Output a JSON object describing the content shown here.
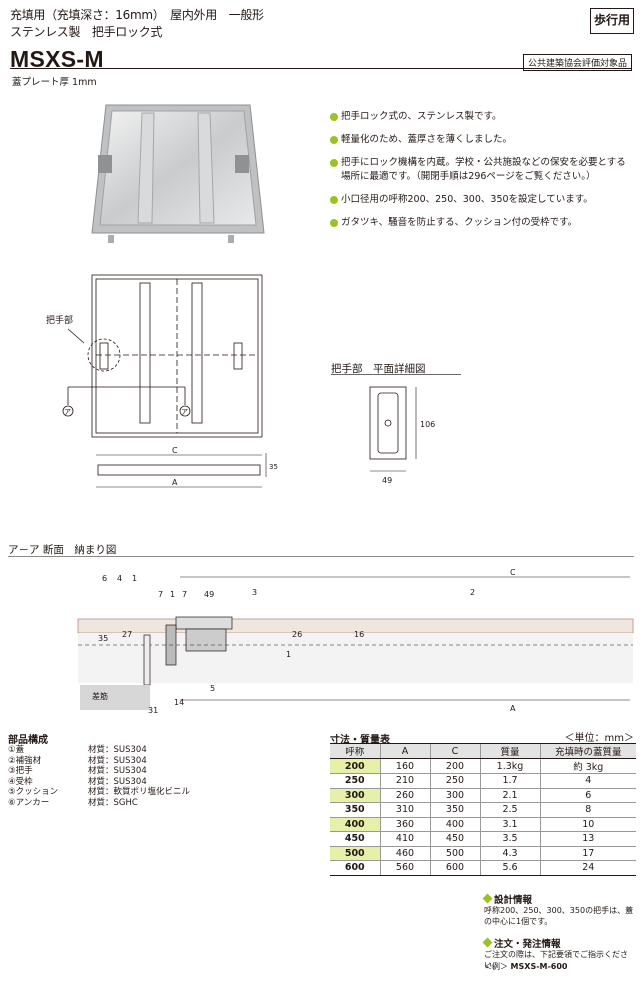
{
  "header": {
    "line1": "充填用（充填深さ：16mm）　屋内外用　一般形",
    "line2": "ステンレス製　把手ロック式",
    "tag": "歩行用"
  },
  "product": {
    "model": "MSXS-M",
    "note": "蓋プレート厚 1mm",
    "assessment": "公共建築協会評価対象品"
  },
  "features": [
    "把手ロック式の、ステンレス製です。",
    "軽量化のため、蓋厚さを薄くしました。",
    "把手にロック機構を内蔵。学校・公共施設などの保安を必要とする場所に最適です。（開閉手順は296ページをご覧ください。）",
    "小口径用の呼称200、250、300、350を設定しています。",
    "ガタツキ、騒音を防止する、クッション付の受枠です。"
  ],
  "plan_drawing": {
    "handle_label": "把手部",
    "section_mark": "ア",
    "dim_c": "C",
    "dim_a": "A",
    "dim_height": "35"
  },
  "handle_detail": {
    "title": "把手部　平面詳細図",
    "dim_height": "106",
    "dim_width": "49"
  },
  "section": {
    "title": "ア－ア 断面　納まり図",
    "callouts": [
      "6",
      "4",
      "1",
      "3",
      "2",
      "5"
    ],
    "dims": [
      "7",
      "1",
      "7",
      "49",
      "35",
      "27",
      "26",
      "16",
      "1",
      "31",
      "14"
    ],
    "dim_c": "C",
    "dim_a": "A",
    "rebar_label": "差筋"
  },
  "parts": {
    "title": "部品構成",
    "items": [
      {
        "name": "①蓋",
        "material": "材質：SUS304"
      },
      {
        "name": "②補強材",
        "material": "材質：SUS304"
      },
      {
        "name": "③把手",
        "material": "材質：SUS304"
      },
      {
        "name": "④受枠",
        "material": "材質：SUS304"
      },
      {
        "name": "⑤クッション",
        "material": "材質：軟質ポリ塩化ビニル"
      },
      {
        "name": "⑥アンカー",
        "material": "材質：SGHC"
      }
    ]
  },
  "spec_table": {
    "title": "寸法・質量表",
    "unit": "＜単位：mm＞",
    "headers": [
      "呼称",
      "A",
      "C",
      "質量",
      "充填時の蓋質量"
    ],
    "rows": [
      [
        "200",
        "160",
        "200",
        "1.3kg",
        "約 3kg"
      ],
      [
        "250",
        "210",
        "250",
        "1.7",
        "4"
      ],
      [
        "300",
        "260",
        "300",
        "2.1",
        "6"
      ],
      [
        "350",
        "310",
        "350",
        "2.5",
        "8"
      ],
      [
        "400",
        "360",
        "400",
        "3.1",
        "10"
      ],
      [
        "450",
        "410",
        "450",
        "3.5",
        "13"
      ],
      [
        "500",
        "460",
        "500",
        "4.3",
        "17"
      ],
      [
        "600",
        "560",
        "600",
        "5.6",
        "24"
      ]
    ]
  },
  "design_info": {
    "title": "設計情報",
    "body": "呼称200、250、300、350の把手は、蓋の中心に1個です。"
  },
  "order_info": {
    "title": "注文・発注情報",
    "body": "ご注文の際は、下記要領でご指示ください。",
    "example_prefix": "＜例＞",
    "example_model": "MSXS-M-600"
  },
  "colors": {
    "accent_green": "#9bc31f",
    "highlight_row": "#e6f0a8",
    "text": "#231815"
  }
}
